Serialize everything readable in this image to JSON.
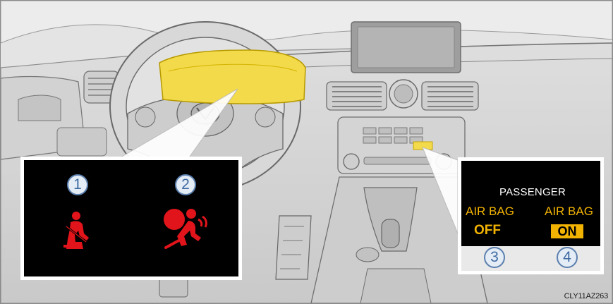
{
  "left_panel": {
    "indicators": [
      {
        "number": "1",
        "icon": "seatbelt-reminder-icon"
      },
      {
        "number": "2",
        "icon": "airbag-warning-icon"
      }
    ],
    "icon_color": "#e0141a"
  },
  "right_panel": {
    "title": "PASSENGER",
    "off_indicator": {
      "label": "AIR BAG",
      "state": "OFF",
      "number": "3"
    },
    "on_indicator": {
      "label": "AIR BAG",
      "state": "ON",
      "number": "4"
    },
    "text_color": "#f2b300"
  },
  "highlight_color": "#f3da4a",
  "figure_code": "CLY11AZ263"
}
